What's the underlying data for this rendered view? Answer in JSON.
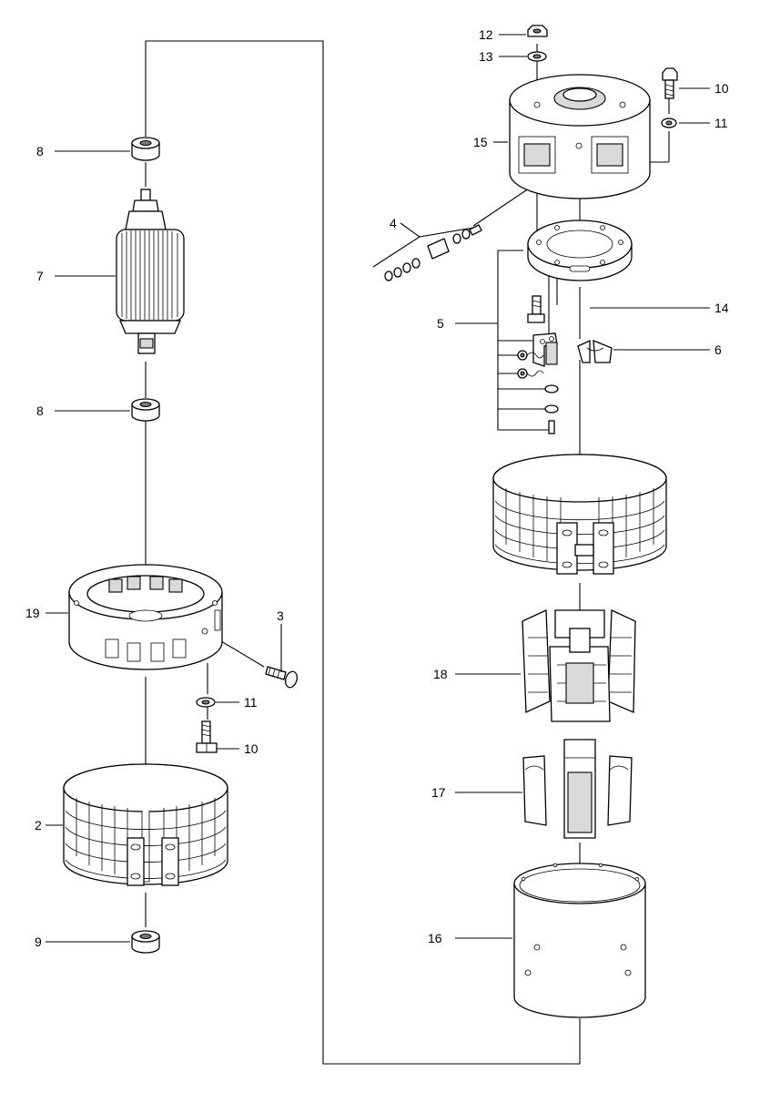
{
  "callouts": {
    "c2": "2",
    "c3": "3",
    "c4": "4",
    "c5": "5",
    "c6": "6",
    "c7": "7",
    "c8a": "8",
    "c8b": "8",
    "c9": "9",
    "c10a": "10",
    "c10b": "10",
    "c11a": "11",
    "c11b": "11",
    "c12": "12",
    "c13": "13",
    "c14": "14",
    "c15": "15",
    "c16": "16",
    "c17": "17",
    "c18": "18",
    "c19": "19"
  }
}
